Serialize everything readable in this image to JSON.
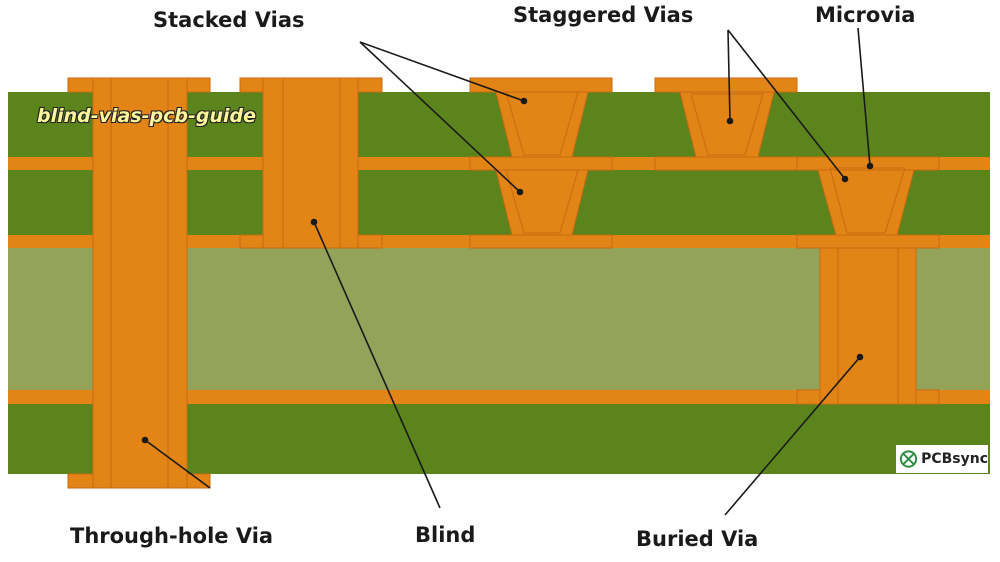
{
  "labels": {
    "stacked": "Stacked Vias",
    "staggered": "Staggered Vias",
    "microvia": "Microvia",
    "through_hole": "Through-hole Via",
    "blind": "Blind",
    "buried": "Buried Via"
  },
  "watermark": "blind-vias-pcb-guide",
  "logo": "PCBsync",
  "colors": {
    "copper": "#e38417",
    "prepreg": "#5b841c",
    "core": "#93a35a",
    "outline": "#c96a10"
  }
}
